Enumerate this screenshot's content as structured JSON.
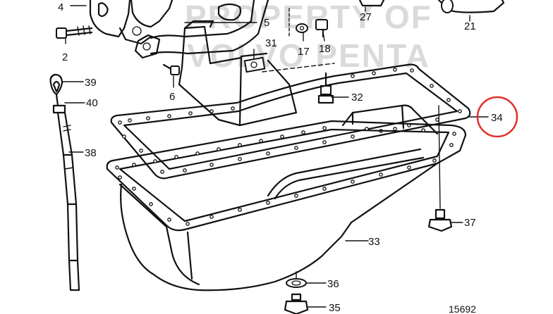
{
  "labels": {
    "l4": "4",
    "l2": "2",
    "l5": "5",
    "l6": "6",
    "l17": "17",
    "l18": "18",
    "l21": "21",
    "l27": "27",
    "l31": "31",
    "l32": "32",
    "l33": "33",
    "l34": "34",
    "l35": "35",
    "l36": "36",
    "l37": "37",
    "l38": "38",
    "l39": "39",
    "l40": "40"
  },
  "watermark": {
    "line1": "PROPERTY OF",
    "line2": "VOLVO PENTA"
  },
  "drawing_number": "15692",
  "highlight": {
    "target_label": "34",
    "color": "#e0302a"
  }
}
